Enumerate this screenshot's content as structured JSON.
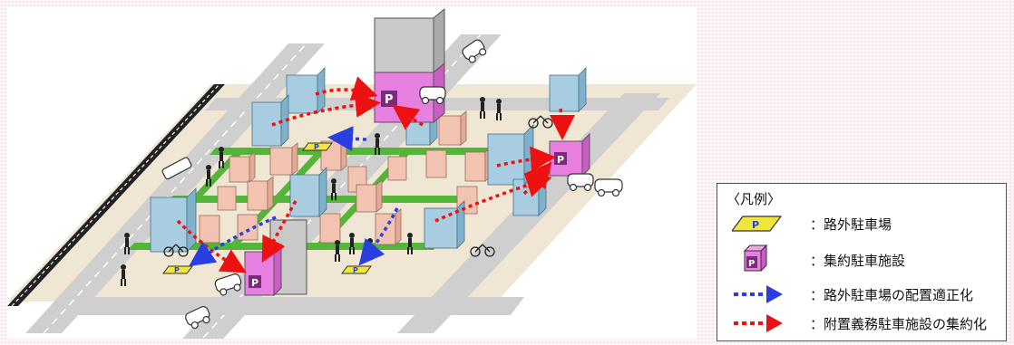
{
  "scene": {
    "parking_mark_letter": "P"
  },
  "legend": {
    "title": "〈凡例〉",
    "items": [
      {
        "symbol": "parking-lot-icon",
        "label": "：路外駐車場"
      },
      {
        "symbol": "consolidated-parking-building-icon",
        "label": "：集約駐車施設"
      },
      {
        "symbol": "blue-dotted-arrow",
        "label": "：路外駐車場の配置適正化"
      },
      {
        "symbol": "red-dotted-arrow",
        "label": "：附置義務駐車施設の集約化"
      }
    ]
  },
  "colors": {
    "ground": "#efe6d3",
    "road": "#c8c8c8",
    "green_path": "#55b43a",
    "building": "#f2c3b0",
    "building_glass": "#a9cde0",
    "parking_building": "#e67fe0",
    "parking_lot": "#f1e63a",
    "blue_arrow": "#2a3fe0",
    "red_arrow": "#ee1111",
    "tower": "#c9c9c9"
  }
}
